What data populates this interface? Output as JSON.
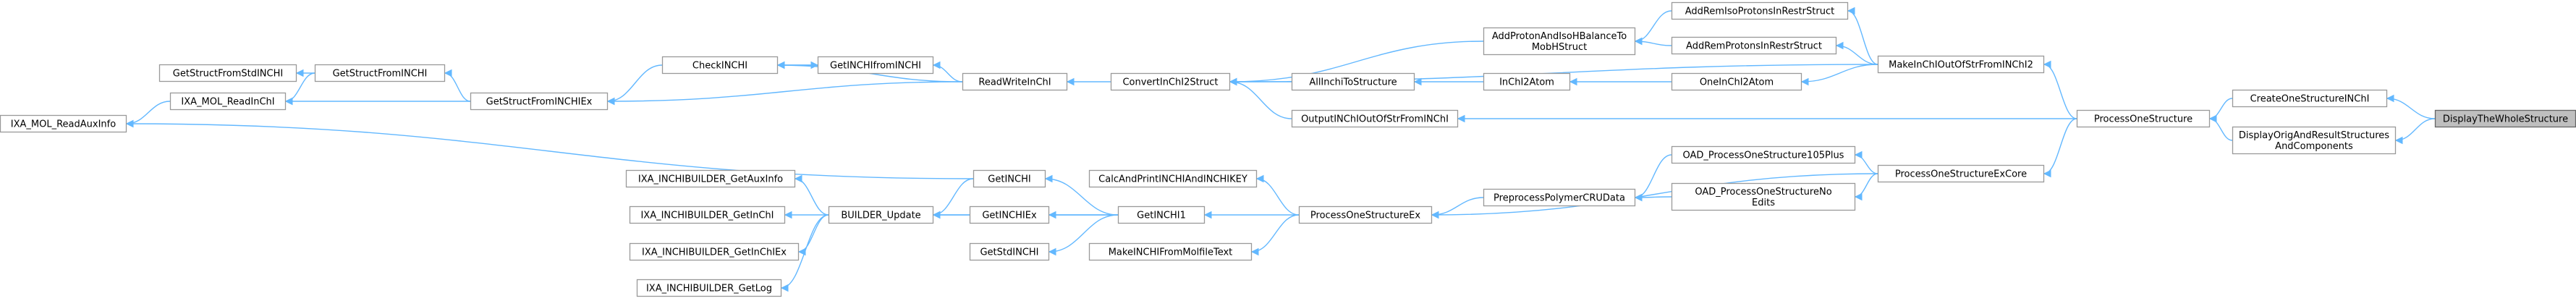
{
  "nodes": {
    "DisplayTheWholeStructure": {
      "lines": [
        "DisplayTheWholeStructure"
      ],
      "root": true
    },
    "CreateOneStructureINChI": {
      "lines": [
        "CreateOneStructureINChI"
      ]
    },
    "DisplayOrigAndResultStructuresAndComponents": {
      "lines": [
        "DisplayOrigAndResultStructures",
        "AndComponents"
      ]
    },
    "ProcessOneStructure": {
      "lines": [
        "ProcessOneStructure"
      ]
    },
    "ProcessOneStructureExCore": {
      "lines": [
        "ProcessOneStructureExCore"
      ]
    },
    "MakeInChIOutOfStrFromINChI2": {
      "lines": [
        "MakeInChIOutOfStrFromINChI2"
      ]
    },
    "OutputINChIOutOfStrFromINChI": {
      "lines": [
        "OutputINChIOutOfStrFromINChI"
      ]
    },
    "OAD_ProcessOneStructure105Plus": {
      "lines": [
        "OAD_ProcessOneStructure105Plus"
      ]
    },
    "OAD_ProcessOneStructureNoEdits": {
      "lines": [
        "OAD_ProcessOneStructureNo",
        "Edits"
      ]
    },
    "ProcessOneStructureEx": {
      "lines": [
        "ProcessOneStructureEx"
      ]
    },
    "AddRemIsoProtonsInRestrStruct": {
      "lines": [
        "AddRemIsoProtonsInRestrStruct"
      ]
    },
    "AddRemProtonsInRestrStruct": {
      "lines": [
        "AddRemProtonsInRestrStruct"
      ]
    },
    "OneInChI2Atom": {
      "lines": [
        "OneInChI2Atom"
      ]
    },
    "PreprocessPolymerCRUData": {
      "lines": [
        "PreprocessPolymerCRUData"
      ]
    },
    "AddProtonAndIsoHBalanceToMobHStruct": {
      "lines": [
        "AddProtonAndIsoHBalanceTo",
        "MobHStruct"
      ]
    },
    "InChI2Atom": {
      "lines": [
        "InChI2Atom"
      ]
    },
    "ConvertInChI2Struct": {
      "lines": [
        "ConvertInChI2Struct"
      ]
    },
    "AllInchiToStructure": {
      "lines": [
        "AllInchiToStructure"
      ]
    },
    "CalcAndPrintINCHIAndINCHIKEY": {
      "lines": [
        "CalcAndPrintINCHIAndINCHIKEY"
      ]
    },
    "GetINCHI1": {
      "lines": [
        "GetINCHI1"
      ]
    },
    "MakeINCHIFromMolfileText": {
      "lines": [
        "MakeINCHIFromMolfileText"
      ]
    },
    "ReadWriteInChI": {
      "lines": [
        "ReadWriteInChI"
      ]
    },
    "GetINCHI": {
      "lines": [
        "GetINCHI"
      ]
    },
    "GetINCHIEx": {
      "lines": [
        "GetINCHIEx"
      ]
    },
    "GetStdINCHI": {
      "lines": [
        "GetStdINCHI"
      ]
    },
    "GetINCHIfromINCHI": {
      "lines": [
        "GetINCHIfromINCHI"
      ]
    },
    "CheckINCHI": {
      "lines": [
        "CheckINCHI"
      ]
    },
    "GetStructFromINCHIEx": {
      "lines": [
        "GetStructFromINCHIEx"
      ]
    },
    "BUILDER_Update": {
      "lines": [
        "BUILDER_Update"
      ]
    },
    "GetStructFromINCHI": {
      "lines": [
        "GetStructFromINCHI"
      ]
    },
    "IXA_MOL_ReadInChI": {
      "lines": [
        "IXA_MOL_ReadInChI"
      ]
    },
    "GetStructFromStdINCHI": {
      "lines": [
        "GetStructFromStdINCHI"
      ]
    },
    "IXA_MOL_ReadAuxInfo": {
      "lines": [
        "IXA_MOL_ReadAuxInfo"
      ]
    },
    "IXA_INCHIBUILDER_GetAuxInfo": {
      "lines": [
        "IXA_INCHIBUILDER_GetAuxInfo"
      ]
    },
    "IXA_INCHIBUILDER_GetInChI": {
      "lines": [
        "IXA_INCHIBUILDER_GetInChI"
      ]
    },
    "IXA_INCHIBUILDER_GetInChIEx": {
      "lines": [
        "IXA_INCHIBUILDER_GetInChIEx"
      ]
    },
    "IXA_INCHIBUILDER_GetLog": {
      "lines": [
        "IXA_INCHIBUILDER_GetLog"
      ]
    }
  },
  "edges": [
    [
      "DisplayTheWholeStructure",
      "CreateOneStructureINChI"
    ],
    [
      "DisplayTheWholeStructure",
      "DisplayOrigAndResultStructuresAndComponents"
    ],
    [
      "CreateOneStructureINChI",
      "ProcessOneStructure"
    ],
    [
      "DisplayOrigAndResultStructuresAndComponents",
      "ProcessOneStructure"
    ],
    [
      "ProcessOneStructure",
      "MakeInChIOutOfStrFromINChI2"
    ],
    [
      "ProcessOneStructure",
      "OutputINChIOutOfStrFromINChI"
    ],
    [
      "ProcessOneStructure",
      "ProcessOneStructureExCore"
    ],
    [
      "MakeInChIOutOfStrFromINChI2",
      "AddRemIsoProtonsInRestrStruct"
    ],
    [
      "MakeInChIOutOfStrFromINChI2",
      "AddRemProtonsInRestrStruct"
    ],
    [
      "MakeInChIOutOfStrFromINChI2",
      "OneInChI2Atom"
    ],
    [
      "MakeInChIOutOfStrFromINChI2",
      "ConvertInChI2Struct"
    ],
    [
      "AddRemIsoProtonsInRestrStruct",
      "AddProtonAndIsoHBalanceToMobHStruct"
    ],
    [
      "AddRemProtonsInRestrStruct",
      "AddProtonAndIsoHBalanceToMobHStruct"
    ],
    [
      "AddProtonAndIsoHBalanceToMobHStruct",
      "ConvertInChI2Struct"
    ],
    [
      "OneInChI2Atom",
      "InChI2Atom"
    ],
    [
      "InChI2Atom",
      "AllInchiToStructure"
    ],
    [
      "AllInchiToStructure",
      "ConvertInChI2Struct"
    ],
    [
      "OutputINChIOutOfStrFromINChI",
      "ConvertInChI2Struct"
    ],
    [
      "ConvertInChI2Struct",
      "ReadWriteInChI"
    ],
    [
      "ReadWriteInChI",
      "GetINCHIfromINCHI"
    ],
    [
      "ReadWriteInChI",
      "CheckINCHI"
    ],
    [
      "ReadWriteInChI",
      "GetStructFromINCHIEx"
    ],
    [
      "GetINCHIfromINCHI",
      "CheckINCHI"
    ],
    [
      "CheckINCHI",
      "GetINCHIfromINCHI"
    ],
    [
      "CheckINCHI",
      "GetStructFromINCHIEx"
    ],
    [
      "GetStructFromINCHIEx",
      "GetStructFromINCHI"
    ],
    [
      "GetStructFromINCHIEx",
      "IXA_MOL_ReadInChI"
    ],
    [
      "GetStructFromINCHI",
      "GetStructFromStdINCHI"
    ],
    [
      "GetStructFromINCHI",
      "IXA_MOL_ReadInChI"
    ],
    [
      "IXA_MOL_ReadInChI",
      "IXA_MOL_ReadAuxInfo"
    ],
    [
      "ProcessOneStructureExCore",
      "OAD_ProcessOneStructure105Plus"
    ],
    [
      "ProcessOneStructureExCore",
      "OAD_ProcessOneStructureNoEdits"
    ],
    [
      "ProcessOneStructureExCore",
      "ProcessOneStructureEx"
    ],
    [
      "OAD_ProcessOneStructure105Plus",
      "PreprocessPolymerCRUData"
    ],
    [
      "OAD_ProcessOneStructureNoEdits",
      "PreprocessPolymerCRUData"
    ],
    [
      "PreprocessPolymerCRUData",
      "ProcessOneStructureEx"
    ],
    [
      "ProcessOneStructureEx",
      "CalcAndPrintINCHIAndINCHIKEY"
    ],
    [
      "ProcessOneStructureEx",
      "GetINCHI1"
    ],
    [
      "ProcessOneStructureEx",
      "MakeINCHIFromMolfileText"
    ],
    [
      "GetINCHI1",
      "GetINCHI"
    ],
    [
      "GetINCHI1",
      "GetINCHIEx"
    ],
    [
      "GetINCHI1",
      "GetStdINCHI"
    ],
    [
      "GetINCHI1",
      "BUILDER_Update"
    ],
    [
      "GetINCHI",
      "IXA_MOL_ReadAuxInfo"
    ],
    [
      "GetINCHI",
      "BUILDER_Update"
    ],
    [
      "GetINCHIEx",
      "BUILDER_Update"
    ],
    [
      "BUILDER_Update",
      "IXA_INCHIBUILDER_GetAuxInfo"
    ],
    [
      "BUILDER_Update",
      "IXA_INCHIBUILDER_GetInChI"
    ],
    [
      "BUILDER_Update",
      "IXA_INCHIBUILDER_GetInChIEx"
    ],
    [
      "BUILDER_Update",
      "IXA_INCHIBUILDER_GetLog"
    ]
  ]
}
